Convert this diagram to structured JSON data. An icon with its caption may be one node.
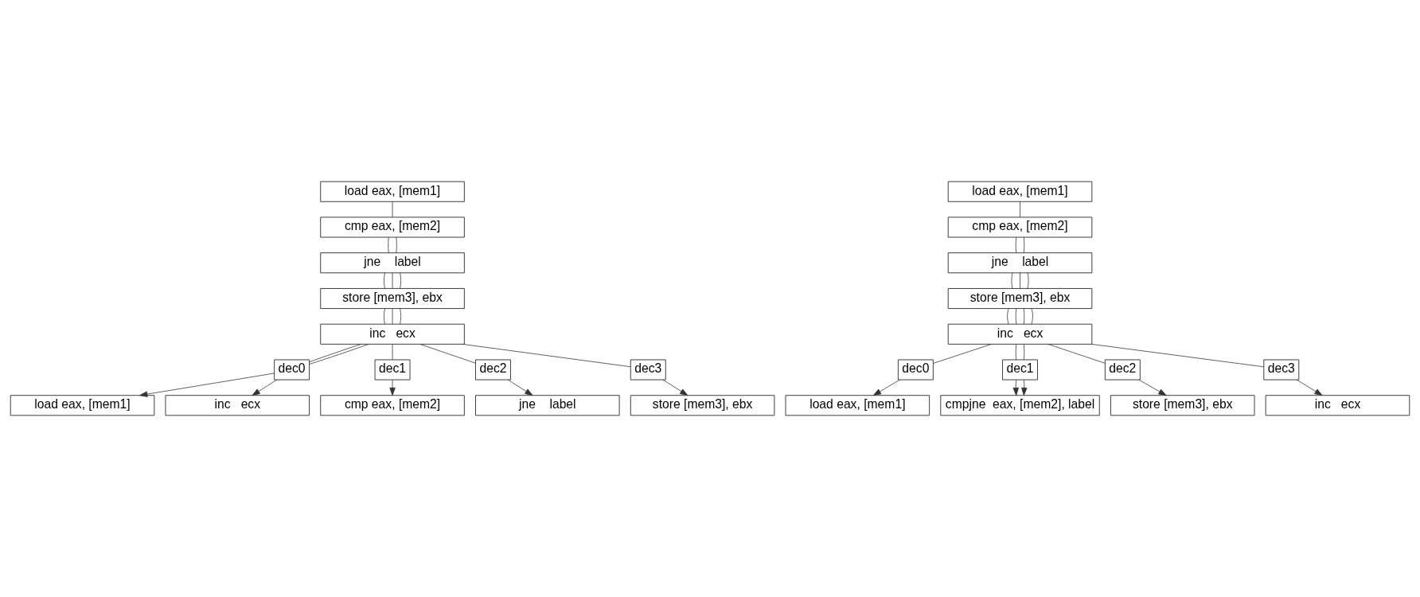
{
  "diagram": {
    "nodes": [
      {
        "text": [
          "load eax, [mem1]"
        ]
      },
      {
        "text": [
          "cmp eax, [mem2]"
        ]
      },
      {
        "text": [
          "jne    label"
        ]
      },
      {
        "text": [
          "store [mem3], ebx"
        ]
      },
      {
        "text": [
          "inc   ecx"
        ]
      },
      {
        "text": [
          "dec0"
        ]
      },
      {
        "text": [
          "dec1"
        ]
      },
      {
        "text": [
          "dec2"
        ]
      },
      {
        "text": [
          "dec3"
        ]
      },
      {
        "text": [
          "load eax, [mem1]"
        ]
      },
      {
        "text": [
          "cmp eax, [mem2]"
        ]
      },
      {
        "text": [
          "jne    label"
        ]
      },
      {
        "text": [
          "store [mem3], ebx"
        ]
      },
      {
        "text": [
          "inc   ecx"
        ]
      },
      {
        "text": [
          "load eax, [mem1]"
        ]
      },
      {
        "text": [
          "cmp eax, [mem2]"
        ]
      },
      {
        "text": [
          "jne    label"
        ]
      },
      {
        "text": [
          "store [mem3], ebx"
        ]
      },
      {
        "text": [
          "inc   ecx"
        ]
      },
      {
        "text": [
          "dec0"
        ]
      },
      {
        "text": [
          "dec1"
        ]
      },
      {
        "text": [
          "dec2"
        ]
      },
      {
        "text": [
          "dec3"
        ]
      },
      {
        "text": [
          "load eax, [mem1]"
        ]
      },
      {
        "text": [
          "cmpjne  eax, [mem2], label"
        ]
      },
      {
        "text": [
          "store [mem3], ebx"
        ]
      },
      {
        "text": [
          "inc   ecx"
        ]
      }
    ],
    "edges": [
      {
        "from": 0,
        "to": 1,
        "arrow": "none"
      },
      {
        "from": 1,
        "to": 2,
        "arrow": "none"
      },
      {
        "from": 1,
        "to": 2,
        "arrow": "none"
      },
      {
        "from": 2,
        "to": 3,
        "arrow": "none"
      },
      {
        "from": 2,
        "to": 3,
        "arrow": "none"
      },
      {
        "from": 2,
        "to": 3,
        "arrow": "none"
      },
      {
        "from": 3,
        "to": 4,
        "arrow": "none"
      },
      {
        "from": 3,
        "to": 4,
        "arrow": "none"
      },
      {
        "from": 3,
        "to": 4,
        "arrow": "none"
      },
      {
        "from": 4,
        "to": 5,
        "arrow": "none"
      },
      {
        "from": 4,
        "to": 5,
        "arrow": "none"
      },
      {
        "from": 4,
        "to": 6,
        "arrow": "none"
      },
      {
        "from": 4,
        "to": 7,
        "arrow": "none"
      },
      {
        "from": 4,
        "to": 8,
        "arrow": "none"
      },
      {
        "from": 5,
        "to": 9,
        "arrow": "to"
      },
      {
        "from": 5,
        "to": 13,
        "arrow": "to"
      },
      {
        "from": 6,
        "to": 10,
        "arrow": "to"
      },
      {
        "from": 7,
        "to": 11,
        "arrow": "to"
      },
      {
        "from": 8,
        "to": 12,
        "arrow": "to"
      },
      {
        "from": 14,
        "to": 15,
        "arrow": "none"
      },
      {
        "from": 15,
        "to": 16,
        "arrow": "none"
      },
      {
        "from": 15,
        "to": 16,
        "arrow": "none"
      },
      {
        "from": 16,
        "to": 17,
        "arrow": "none"
      },
      {
        "from": 16,
        "to": 17,
        "arrow": "none"
      },
      {
        "from": 16,
        "to": 17,
        "arrow": "none"
      },
      {
        "from": 17,
        "to": 18,
        "arrow": "none"
      },
      {
        "from": 17,
        "to": 18,
        "arrow": "none"
      },
      {
        "from": 17,
        "to": 18,
        "arrow": "none"
      },
      {
        "from": 17,
        "to": 18,
        "arrow": "none"
      },
      {
        "from": 18,
        "to": 19,
        "arrow": "none"
      },
      {
        "from": 18,
        "to": 20,
        "arrow": "none"
      },
      {
        "from": 18,
        "to": 20,
        "arrow": "none"
      },
      {
        "from": 18,
        "to": 21,
        "arrow": "none"
      },
      {
        "from": 18,
        "to": 22,
        "arrow": "none"
      },
      {
        "from": 19,
        "to": 23,
        "arrow": "to"
      },
      {
        "from": 20,
        "to": 24,
        "arrow": "to"
      },
      {
        "from": 20,
        "to": 24,
        "arrow": "to"
      },
      {
        "from": 21,
        "to": 25,
        "arrow": "to"
      },
      {
        "from": 22,
        "to": 26,
        "arrow": "to"
      }
    ]
  }
}
